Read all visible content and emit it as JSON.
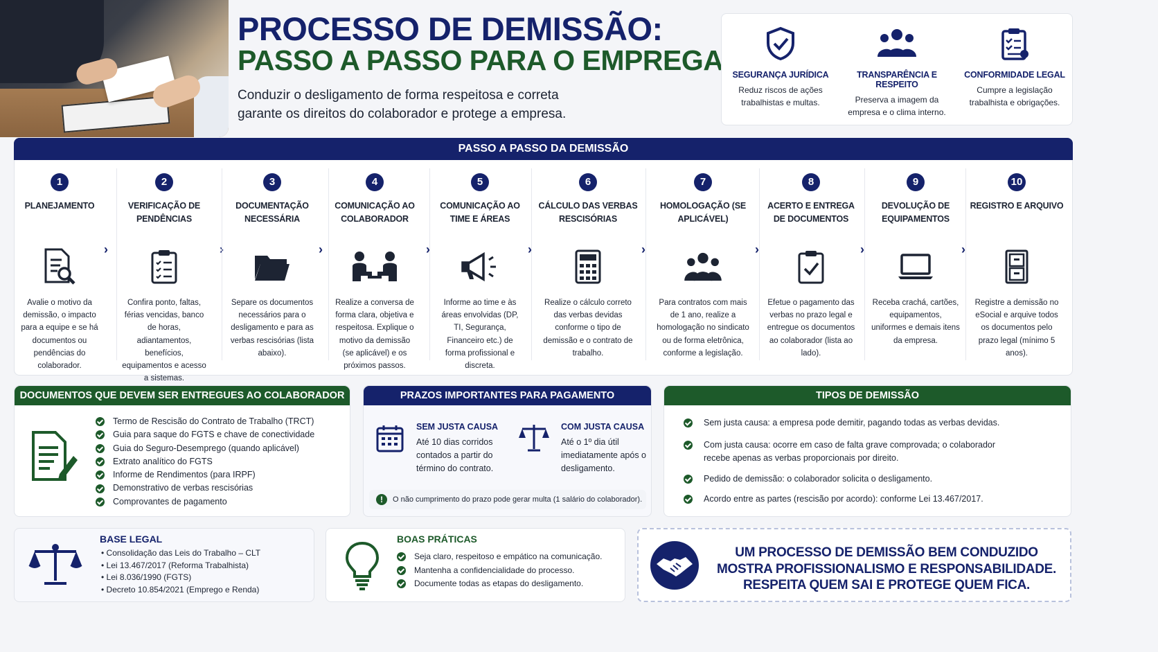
{
  "header": {
    "title_line1": "PROCESSO DE DEMISSÃO:",
    "title_line2": "PASSO A PASSO PARA O EMPREGADOR",
    "subtitle": "Conduzir o desligamento de forma respeitosa e correta garante os direitos do colaborador e protege a empresa."
  },
  "benefits": [
    {
      "icon": "shield-check-icon",
      "title": "SEGURANÇA JURÍDICA",
      "desc": "Reduz riscos de ações trabalhistas e multas."
    },
    {
      "icon": "people-group-icon",
      "title": "TRANSPARÊNCIA E RESPEITO",
      "desc": "Preserva a imagem da empresa e o clima interno."
    },
    {
      "icon": "clipboard-check-icon",
      "title": "CONFORMIDADE LEGAL",
      "desc": "Cumpre a legislação trabalhista e obrigações."
    }
  ],
  "steps_section": {
    "title": "PASSO A PASSO DA DEMISSÃO",
    "steps": [
      {
        "num": "1",
        "title": "PLANEJAMENTO",
        "icon": "document-search-icon",
        "desc": "Avalie o motivo da demissão, o impacto para a equipe e se há documentos ou pendências do colaborador."
      },
      {
        "num": "2",
        "title": "VERIFICAÇÃO DE PENDÊNCIAS",
        "icon": "checklist-icon",
        "desc": "Confira ponto, faltas, férias vencidas, banco de horas, adiantamentos, benefícios, equipamentos e acesso a sistemas."
      },
      {
        "num": "3",
        "title": "DOCUMENTAÇÃO NECESSÁRIA",
        "icon": "folder-icon",
        "desc": "Separe os documentos necessários para o desligamento e para as verbas rescisórias (lista abaixo)."
      },
      {
        "num": "4",
        "title": "COMUNICAÇÃO AO COLABORADOR",
        "icon": "meeting-icon",
        "desc": "Realize a conversa de forma clara, objetiva e respeitosa. Explique o motivo da demissão (se aplicável) e os próximos passos."
      },
      {
        "num": "5",
        "title": "COMUNICAÇÃO AO TIME E ÁREAS",
        "icon": "megaphone-icon",
        "desc": "Informe ao time e às áreas envolvidas (DP, TI, Segurança, Financeiro etc.) de forma profissional e discreta."
      },
      {
        "num": "6",
        "title": "CÁLCULO DAS VERBAS RESCISÓRIAS",
        "icon": "calculator-icon",
        "desc": "Realize o cálculo correto das verbas devidas conforme o tipo de demissão e o contrato de trabalho."
      },
      {
        "num": "7",
        "title": "HOMOLOGAÇÃO (SE APLICÁVEL)",
        "icon": "people-group-icon",
        "desc": "Para contratos com mais de 1 ano, realize a homologação no sindicato ou de forma eletrônica, conforme a legislação."
      },
      {
        "num": "8",
        "title": "ACERTO E ENTREGA DE DOCUMENTOS",
        "icon": "clipboard-check-icon",
        "desc": "Efetue o pagamento das verbas no prazo legal e entregue os documentos ao colaborador (lista ao lado)."
      },
      {
        "num": "9",
        "title": "DEVOLUÇÃO DE EQUIPAMENTOS",
        "icon": "laptop-icon",
        "desc": "Receba crachá, cartões, equipamentos, uniformes e demais itens da empresa."
      },
      {
        "num": "10",
        "title": "REGISTRO E ARQUIVO",
        "icon": "file-cabinet-icon",
        "desc": "Registre a demissão no eSocial e arquive todos os documentos pelo prazo legal (mínimo 5 anos)."
      }
    ]
  },
  "documents": {
    "title": "DOCUMENTOS QUE DEVEM SER ENTREGUES AO COLABORADOR",
    "items": [
      "Termo de Rescisão do Contrato de Trabalho (TRCT)",
      "Guia para saque do FGTS e chave de conectividade",
      "Guia do Seguro-Desemprego (quando aplicável)",
      "Extrato analítico do FGTS",
      "Informe de Rendimentos (para IRPF)",
      "Demonstrativo de verbas rescisórias",
      "Comprovantes de pagamento"
    ]
  },
  "deadlines": {
    "title": "PRAZOS IMPORTANTES PARA PAGAMENTO",
    "sem_title": "SEM JUSTA CAUSA",
    "sem_desc": "Até 10 dias corridos contados a partir do término do contrato.",
    "com_title": "COM JUSTA CAUSA",
    "com_desc": "Até o 1º dia útil imediatamente após o desligamento.",
    "warning": "O não cumprimento do prazo pode gerar multa (1 salário do colaborador)."
  },
  "types": {
    "title": "TIPOS DE DEMISSÃO",
    "items": [
      "Sem justa causa: a empresa pode demitir, pagando todas as verbas devidas.",
      "Com justa causa: ocorre em caso de falta grave comprovada; o colaborador recebe apenas as verbas proporcionais por direito.",
      "Pedido de demissão: o colaborador solicita o desligamento.",
      "Acordo entre as partes (rescisão por acordo): conforme Lei 13.467/2017."
    ]
  },
  "legal": {
    "title": "BASE LEGAL",
    "items": [
      "Consolidação das Leis do Trabalho – CLT",
      "Lei 13.467/2017 (Reforma Trabalhista)",
      "Lei 8.036/1990 (FGTS)",
      "Decreto 10.854/2021 (Emprego e Renda)"
    ]
  },
  "practices": {
    "title": "BOAS PRÁTICAS",
    "items": [
      "Seja claro, respeitoso e empático na comunicação.",
      "Mantenha a confidencialidade do processo.",
      "Documente todas as etapas do desligamento."
    ]
  },
  "closing": {
    "line1": "UM PROCESSO DE DEMISSÃO BEM CONDUZIDO",
    "line2": "MOSTRA PROFISSIONALISMO E RESPONSABILIDADE.",
    "line3": "RESPEITA QUEM SAI E PROTEGE QUEM FICA."
  },
  "colors": {
    "navy": "#15226b",
    "green": "#1d5a2a"
  }
}
